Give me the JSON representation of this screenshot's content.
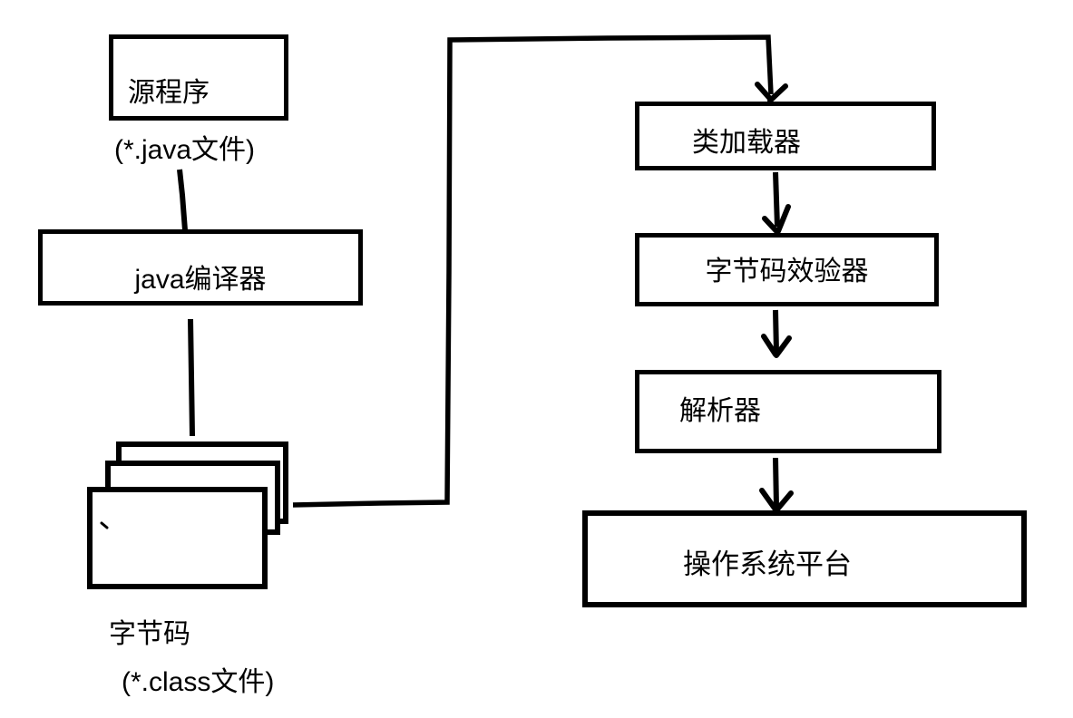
{
  "diagram": {
    "background_color": "#ffffff",
    "line_color": "#000000",
    "nodes": {
      "source_program": {
        "label": "源程序",
        "sublabel": "(*.java文件)"
      },
      "java_compiler": {
        "label": "java编译器"
      },
      "bytecode": {
        "label": "字节码",
        "sublabel": "(*.class文件)"
      },
      "class_loader": {
        "label": "类加载器"
      },
      "bytecode_verifier": {
        "label": "字节码效验器"
      },
      "parser": {
        "label": "解析器"
      },
      "os_platform": {
        "label": "操作系统平台"
      }
    },
    "edges": [
      {
        "from": "source_program",
        "to": "java_compiler",
        "arrow": false
      },
      {
        "from": "java_compiler",
        "to": "bytecode",
        "arrow": false
      },
      {
        "from": "bytecode",
        "to": "class_loader",
        "arrow": true
      },
      {
        "from": "class_loader",
        "to": "bytecode_verifier",
        "arrow": true
      },
      {
        "from": "bytecode_verifier",
        "to": "parser",
        "arrow": true
      },
      {
        "from": "parser",
        "to": "os_platform",
        "arrow": true
      }
    ]
  }
}
